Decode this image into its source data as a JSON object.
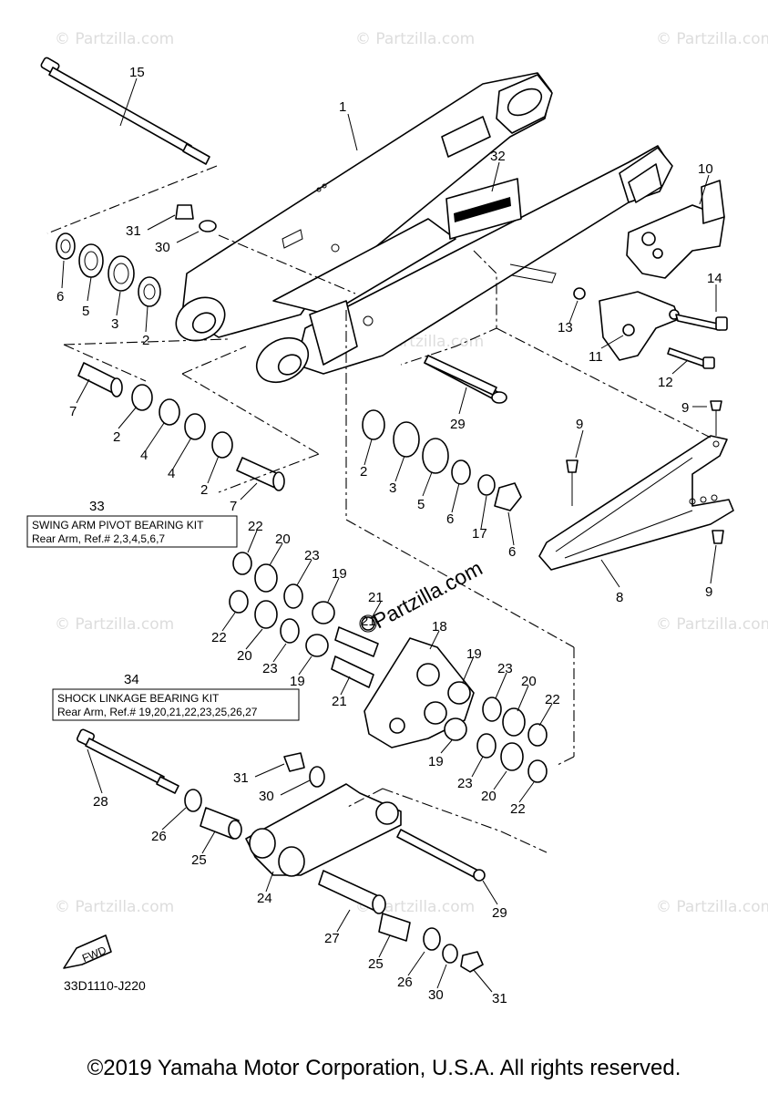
{
  "watermark": "© Partzilla.com",
  "brand_watermark": "Partzilla.com",
  "diagram_code": "33D1110-J220",
  "fwd_label": "FWD",
  "kits": [
    {
      "number": "33",
      "line1": "SWING ARM PIVOT BEARING KIT",
      "line2": "Rear Arm, Ref.# 2,3,4,5,6,7"
    },
    {
      "number": "34",
      "line1": "SHOCK LINKAGE BEARING KIT",
      "line2": "Rear Arm, Ref.# 19,20,21,22,23,25,26,27"
    }
  ],
  "callouts": [
    "1",
    "2",
    "2",
    "2",
    "2",
    "3",
    "3",
    "4",
    "4",
    "5",
    "5",
    "6",
    "6",
    "6",
    "7",
    "7",
    "8",
    "9",
    "9",
    "9",
    "10",
    "11",
    "12",
    "13",
    "14",
    "15",
    "17",
    "18",
    "19",
    "19",
    "19",
    "19",
    "20",
    "20",
    "20",
    "20",
    "21",
    "21",
    "21",
    "22",
    "22",
    "22",
    "22",
    "23",
    "23",
    "23",
    "23",
    "24",
    "25",
    "25",
    "26",
    "26",
    "27",
    "28",
    "29",
    "29",
    "30",
    "30",
    "30",
    "31",
    "31",
    "31",
    "32"
  ],
  "copyright": "©2019 Yamaha Motor Corporation, U.S.A. All rights reserved."
}
